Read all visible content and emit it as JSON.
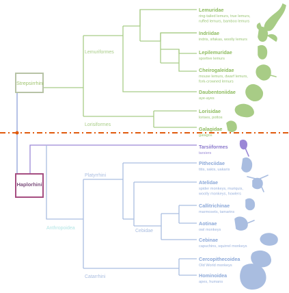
{
  "roots": {
    "strepsirrhini": "Strepsirrhini",
    "haplorhini": "Haplorhini"
  },
  "clades": {
    "lemuriformes": "Lemuriformes",
    "lorisiformes": "Lorisiformes",
    "platyrrhini": "Platyrrhini",
    "anthropoidea": "Anthropoidea",
    "cebidae": "Cebidae",
    "catarrhini": "Catarrhini"
  },
  "taxa": [
    {
      "id": "lemuridae",
      "name": "Lemuridae",
      "desc": [
        "ring-tailed lemurs, true lemurs,",
        "ruffed lemurs, bamboo lemurs"
      ],
      "icon": "lemur-icon"
    },
    {
      "id": "indriidae",
      "name": "Indriidae",
      "desc": [
        "indris, sifakas, woolly lemurs"
      ],
      "icon": "sifaka-icon"
    },
    {
      "id": "lepilemuridae",
      "name": "Lepilemuridae",
      "desc": [
        "sportive lemurs"
      ],
      "icon": "sportive-lemur-icon"
    },
    {
      "id": "cheirogaleidae",
      "name": "Cheirogaleidae",
      "desc": [
        "mouse lemurs, dwarf lemurs,",
        "fork-crowned lemurs"
      ],
      "icon": "mouse-lemur-icon"
    },
    {
      "id": "daubentoniidae",
      "name": "Daubentoniidae",
      "desc": [
        "aye-ayes"
      ],
      "icon": "aye-aye-icon"
    },
    {
      "id": "lorisidae",
      "name": "Lorisidae",
      "desc": [
        "lorises, pottos"
      ],
      "icon": "loris-icon"
    },
    {
      "id": "galagidae",
      "name": "Galagidae",
      "desc": [
        "galagos"
      ],
      "icon": "galago-icon"
    },
    {
      "id": "tarsiiformes",
      "name": "Tarsiiformes",
      "desc": [
        "tarsiers"
      ],
      "icon": "tarsier-icon"
    },
    {
      "id": "pitheciidae",
      "name": "Pitheciidae",
      "desc": [
        "titis, sakis, uakaris"
      ],
      "icon": "saki-icon"
    },
    {
      "id": "atelidae",
      "name": "Atelidae",
      "desc": [
        "spider monkeys, muriquis,",
        "woolly monkeys, howlers"
      ],
      "icon": "spider-monkey-icon"
    },
    {
      "id": "callitrichinae",
      "name": "Callitrichinae",
      "desc": [
        "marmosets, tamarins"
      ],
      "icon": "marmoset-icon"
    },
    {
      "id": "aotinae",
      "name": "Aotinae",
      "desc": [
        "owl monkeys"
      ],
      "icon": "owl-monkey-icon"
    },
    {
      "id": "cebinae",
      "name": "Cebinae",
      "desc": [
        "capuchins, squirrel monkeys"
      ],
      "icon": "capuchin-icon"
    },
    {
      "id": "cercopithecoidea",
      "name": "Cercopithecoidea",
      "desc": [
        "Old World monkeys"
      ],
      "icon": "baboon-icon"
    },
    {
      "id": "hominoidea",
      "name": "Hominoidea",
      "desc": [
        "apes, humans"
      ],
      "icon": "gorilla-icon"
    }
  ],
  "colors": {
    "strepsirrhini": "#a8cc86",
    "haplorhini_tree": "#a9bde0",
    "tarsiiformes": "#9b87d6",
    "anthropoidea_label": "#b2e5e5",
    "root_trunk": "#8da0d8",
    "separator": "#e05a0c",
    "haplo_box": "#a54d80",
    "strep_box": "#b7c3a6"
  }
}
